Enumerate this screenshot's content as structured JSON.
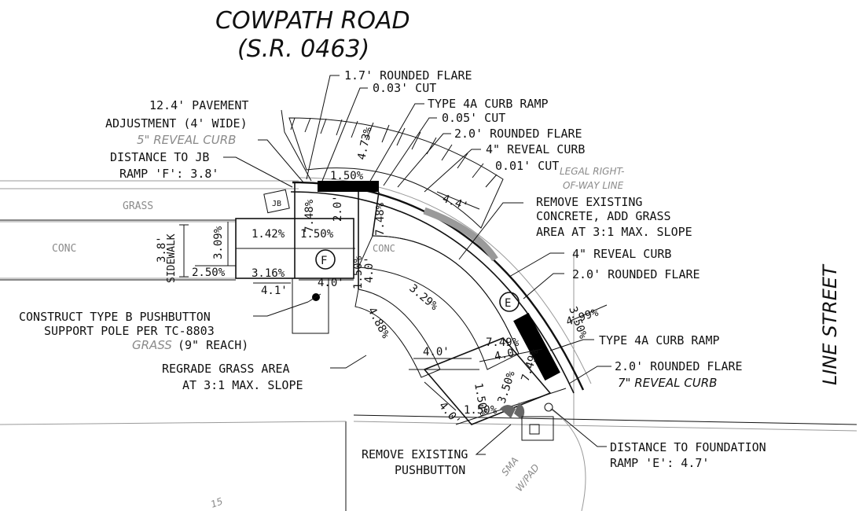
{
  "title": {
    "road": "COWPATH ROAD",
    "route": "(S.R. 0463)"
  },
  "street_side": "LINE STREET",
  "labels": {
    "grass_top": "GRASS",
    "conc_left": "CONC",
    "conc_ramp": "CONC",
    "sidewalk": "SIDEWALK",
    "sma": "SMA",
    "w_pad": "W/PAD",
    "legal_row_1": "LEGAL RIGHT-",
    "legal_row_2": "OF-WAY LINE",
    "jb": "JB",
    "tag_f": "F",
    "tag_e": "E",
    "sheet_mark": "15"
  },
  "callouts": [
    {
      "id": "flare_17",
      "text": "1.7' ROUNDED FLARE"
    },
    {
      "id": "cut_003",
      "text": "0.03' CUT"
    },
    {
      "id": "type4a_top",
      "text": "TYPE 4A CURB RAMP"
    },
    {
      "id": "cut_005",
      "text": "0.05' CUT"
    },
    {
      "id": "flare_20_top",
      "text": "2.0' ROUNDED FLARE"
    },
    {
      "id": "reveal4_top",
      "text": "4\" REVEAL CURB"
    },
    {
      "id": "cut_001",
      "text": "0.01' CUT"
    },
    {
      "id": "pave_adj_1",
      "text": "12.4' PAVEMENT"
    },
    {
      "id": "pave_adj_2",
      "text": "ADJUSTMENT (4' WIDE)"
    },
    {
      "id": "reveal5",
      "text": "5\" REVEAL CURB"
    },
    {
      "id": "dist_jb_1",
      "text": "DISTANCE TO JB"
    },
    {
      "id": "dist_jb_2",
      "text": "RAMP 'F': 3.8'"
    },
    {
      "id": "remove_conc_1",
      "text": "REMOVE EXISTING"
    },
    {
      "id": "remove_conc_2",
      "text": "CONCRETE, ADD GRASS"
    },
    {
      "id": "remove_conc_3",
      "text": "AREA AT 3:1 MAX. SLOPE"
    },
    {
      "id": "reveal4_mid",
      "text": "4\" REVEAL CURB"
    },
    {
      "id": "flare_20_mid",
      "text": "2.0' ROUNDED FLARE"
    },
    {
      "id": "pushbutton_1",
      "text": "CONSTRUCT TYPE B PUSHBUTTON"
    },
    {
      "id": "pushbutton_2",
      "text": "SUPPORT POLE PER TC-8803"
    },
    {
      "id": "pushbutton_3a",
      "text": "GRASS"
    },
    {
      "id": "pushbutton_3b",
      "text": "(9\" REACH)"
    },
    {
      "id": "regrade_1",
      "text": "REGRADE GRASS AREA"
    },
    {
      "id": "regrade_2",
      "text": "AT 3:1 MAX. SLOPE"
    },
    {
      "id": "type4a_bot",
      "text": "TYPE 4A CURB RAMP"
    },
    {
      "id": "flare_20_bot",
      "text": "2.0' ROUNDED FLARE"
    },
    {
      "id": "reveal7",
      "text": "7\" REVEAL CURB"
    },
    {
      "id": "remove_pb_1",
      "text": "REMOVE EXISTING"
    },
    {
      "id": "remove_pb_2",
      "text": "PUSHBUTTON"
    },
    {
      "id": "dist_found_1",
      "text": "DISTANCE TO FOUNDATION"
    },
    {
      "id": "dist_found_2",
      "text": "RAMP 'E': 4.7'"
    }
  ],
  "dimensions": {
    "d_44": "4.4'",
    "d_38": "3.8'",
    "d_41": "4.1'",
    "d_40_f": "4.0'",
    "d_40_ramp_v": "4.0'",
    "d_20_top": "2.0'",
    "d_40_e_left": "4.0'",
    "d_40_e_inner": "4.0'",
    "d_40_e_bottom": "4.0'"
  },
  "slopes": {
    "s_473": "4.73%",
    "s_150_top": "1.50%",
    "s_748_a": "7.48%",
    "s_748_b": "7.48%",
    "s_309": "3.09%",
    "s_142": "1.42%",
    "s_150_f": "1.50%",
    "s_150_f_v": "1.50%",
    "s_250": "2.50%",
    "s_316": "3.16%",
    "s_329": "3.29%",
    "s_488": "4.88%",
    "s_499": "4.99%",
    "s_350": "3.50%",
    "s_749_a": "7.49%",
    "s_749_b": "7.49%",
    "s_150_e_v": "1.50%",
    "s_150_e_b": "1.50%",
    "s_350_b": "3.50%"
  },
  "colors": {
    "linework": "#111111",
    "faint": "#9a9a9a",
    "ramp_block": "#000000",
    "highlight_band": "#9a9a9a",
    "detectable_warning": "#6f6f6f"
  }
}
